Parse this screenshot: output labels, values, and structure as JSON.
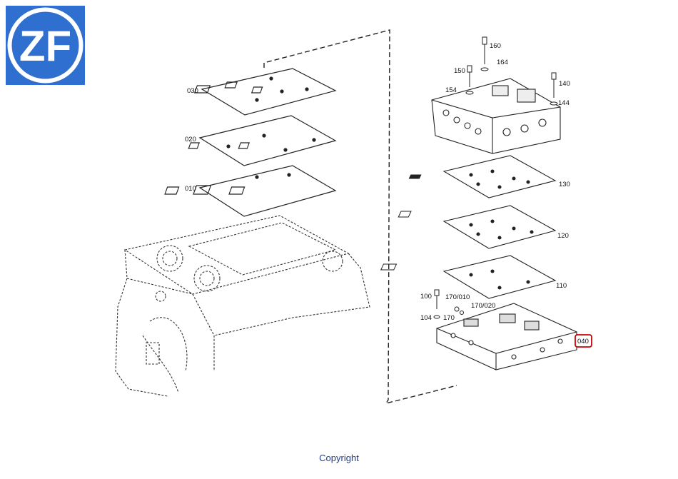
{
  "logo": {
    "text": "ZF",
    "bg_color": "#2f6fcf",
    "fg_color": "#ffffff"
  },
  "callouts": {
    "c030": "030",
    "c020": "020",
    "c010": "010",
    "c160": "160",
    "c164": "164",
    "c150": "150",
    "c154": "154",
    "c140": "140",
    "c144": "144",
    "c130": "130",
    "c120": "120",
    "c110": "110",
    "c100": "100",
    "c104": "104",
    "c170_010": "170/010",
    "c170_020": "170/020",
    "c170": "170",
    "c040": "040"
  },
  "highlight_color": "#cc0000",
  "footer": {
    "copyright": "Copyright"
  }
}
